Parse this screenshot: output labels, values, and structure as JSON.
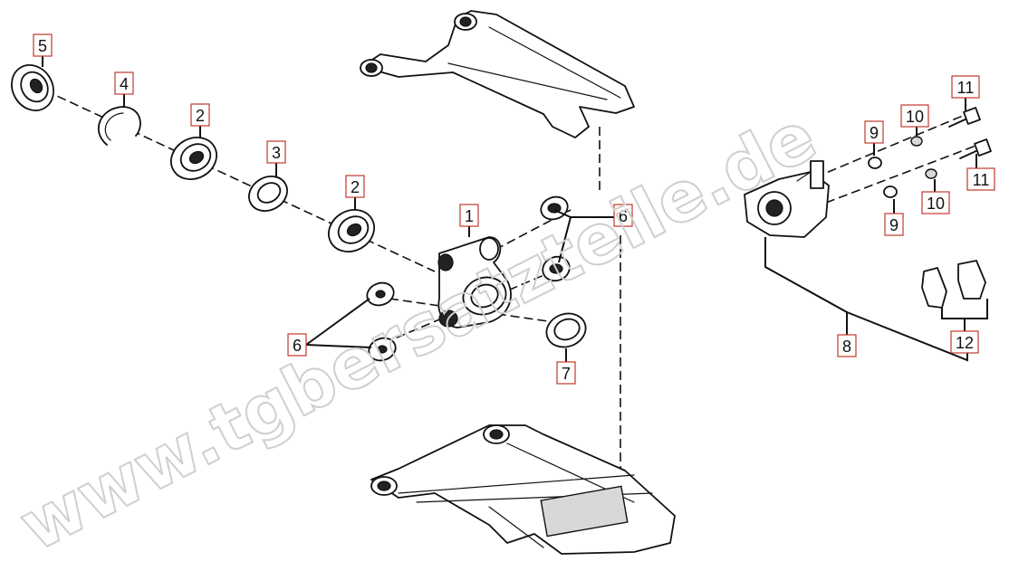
{
  "watermark": "www.tgbersatzteile.de",
  "label_color": "#c0392b",
  "callouts": {
    "c5": "5",
    "c4": "4",
    "c2a": "2",
    "c3": "3",
    "c2b": "2",
    "c1": "1",
    "c6a": "6",
    "c6b": "6",
    "c7": "7",
    "c8": "8",
    "c9a": "9",
    "c9b": "9",
    "c10a": "10",
    "c10b": "10",
    "c11a": "11",
    "c11b": "11",
    "c12": "12"
  }
}
